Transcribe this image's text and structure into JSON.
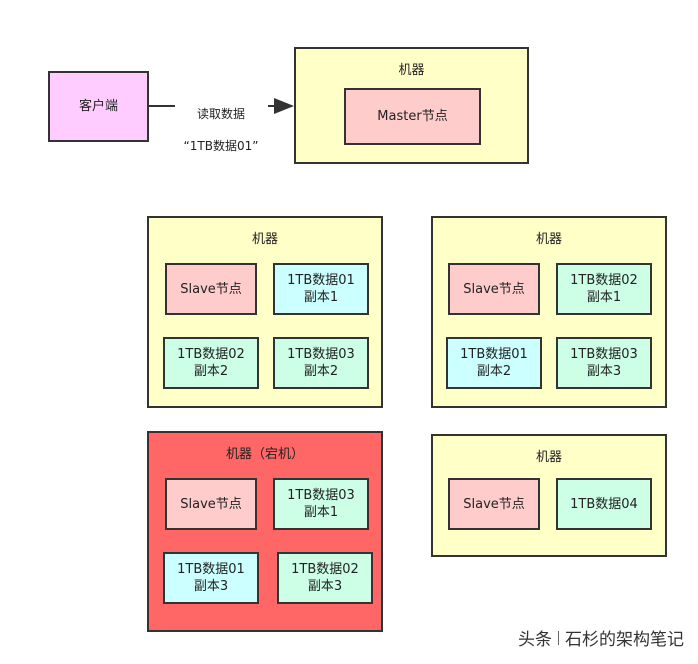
{
  "client": {
    "label": "客户端"
  },
  "request": {
    "line1": "读取数据",
    "line2": "“1TB数据01”"
  },
  "master_machine": {
    "title": "机器",
    "node": "Master节点"
  },
  "machines": [
    {
      "title": "机器",
      "slave": "Slave节点",
      "replicas": [
        "1TB数据01\n副本1",
        "1TB数据02\n副本2",
        "1TB数据03\n副本2"
      ]
    },
    {
      "title": "机器",
      "slave": "Slave节点",
      "replicas": [
        "1TB数据02\n副本1",
        "1TB数据01\n副本2",
        "1TB数据03\n副本3"
      ]
    },
    {
      "title": "机器（宕机）",
      "slave": "Slave节点",
      "replicas": [
        "1TB数据03\n副本1",
        "1TB数据01\n副本3",
        "1TB数据02\n副本3"
      ]
    },
    {
      "title": "机器",
      "slave": "Slave节点",
      "replicas": [
        "1TB数据04"
      ]
    }
  ],
  "watermark": {
    "source": "头条",
    "author": "石杉的架构笔记"
  },
  "colors": {
    "machine": "#ffffc8",
    "machine_down": "#ff6666",
    "client": "#ffccff",
    "node": "#ffcccc",
    "replica_cyan": "#ccffff",
    "replica_green": "#ccffe6"
  }
}
